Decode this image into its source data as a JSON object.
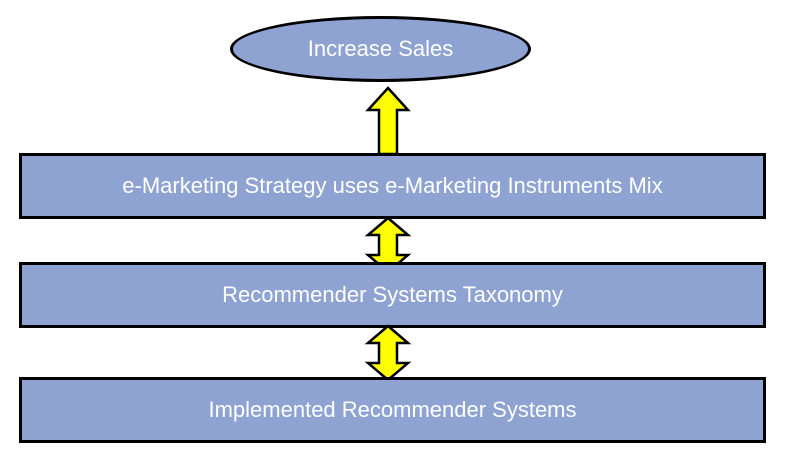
{
  "diagram": {
    "goal": "Increase Sales",
    "layers": [
      "e-Marketing Strategy uses e-Marketing Instruments Mix",
      "Recommender Systems Taxonomy",
      "Implemented Recommender Systems"
    ],
    "colors": {
      "shape_fill": "#8ea3d2",
      "shape_border": "#000000",
      "text": "#ffffff",
      "arrow_fill": "#ffff00",
      "arrow_border": "#000000"
    },
    "connectors": [
      {
        "from": "e-Marketing Strategy uses e-Marketing Instruments Mix",
        "to": "Increase Sales",
        "direction": "up"
      },
      {
        "from": "e-Marketing Strategy uses e-Marketing Instruments Mix",
        "to": "Recommender Systems Taxonomy",
        "direction": "both"
      },
      {
        "from": "Recommender Systems Taxonomy",
        "to": "Implemented Recommender Systems",
        "direction": "both"
      }
    ]
  }
}
